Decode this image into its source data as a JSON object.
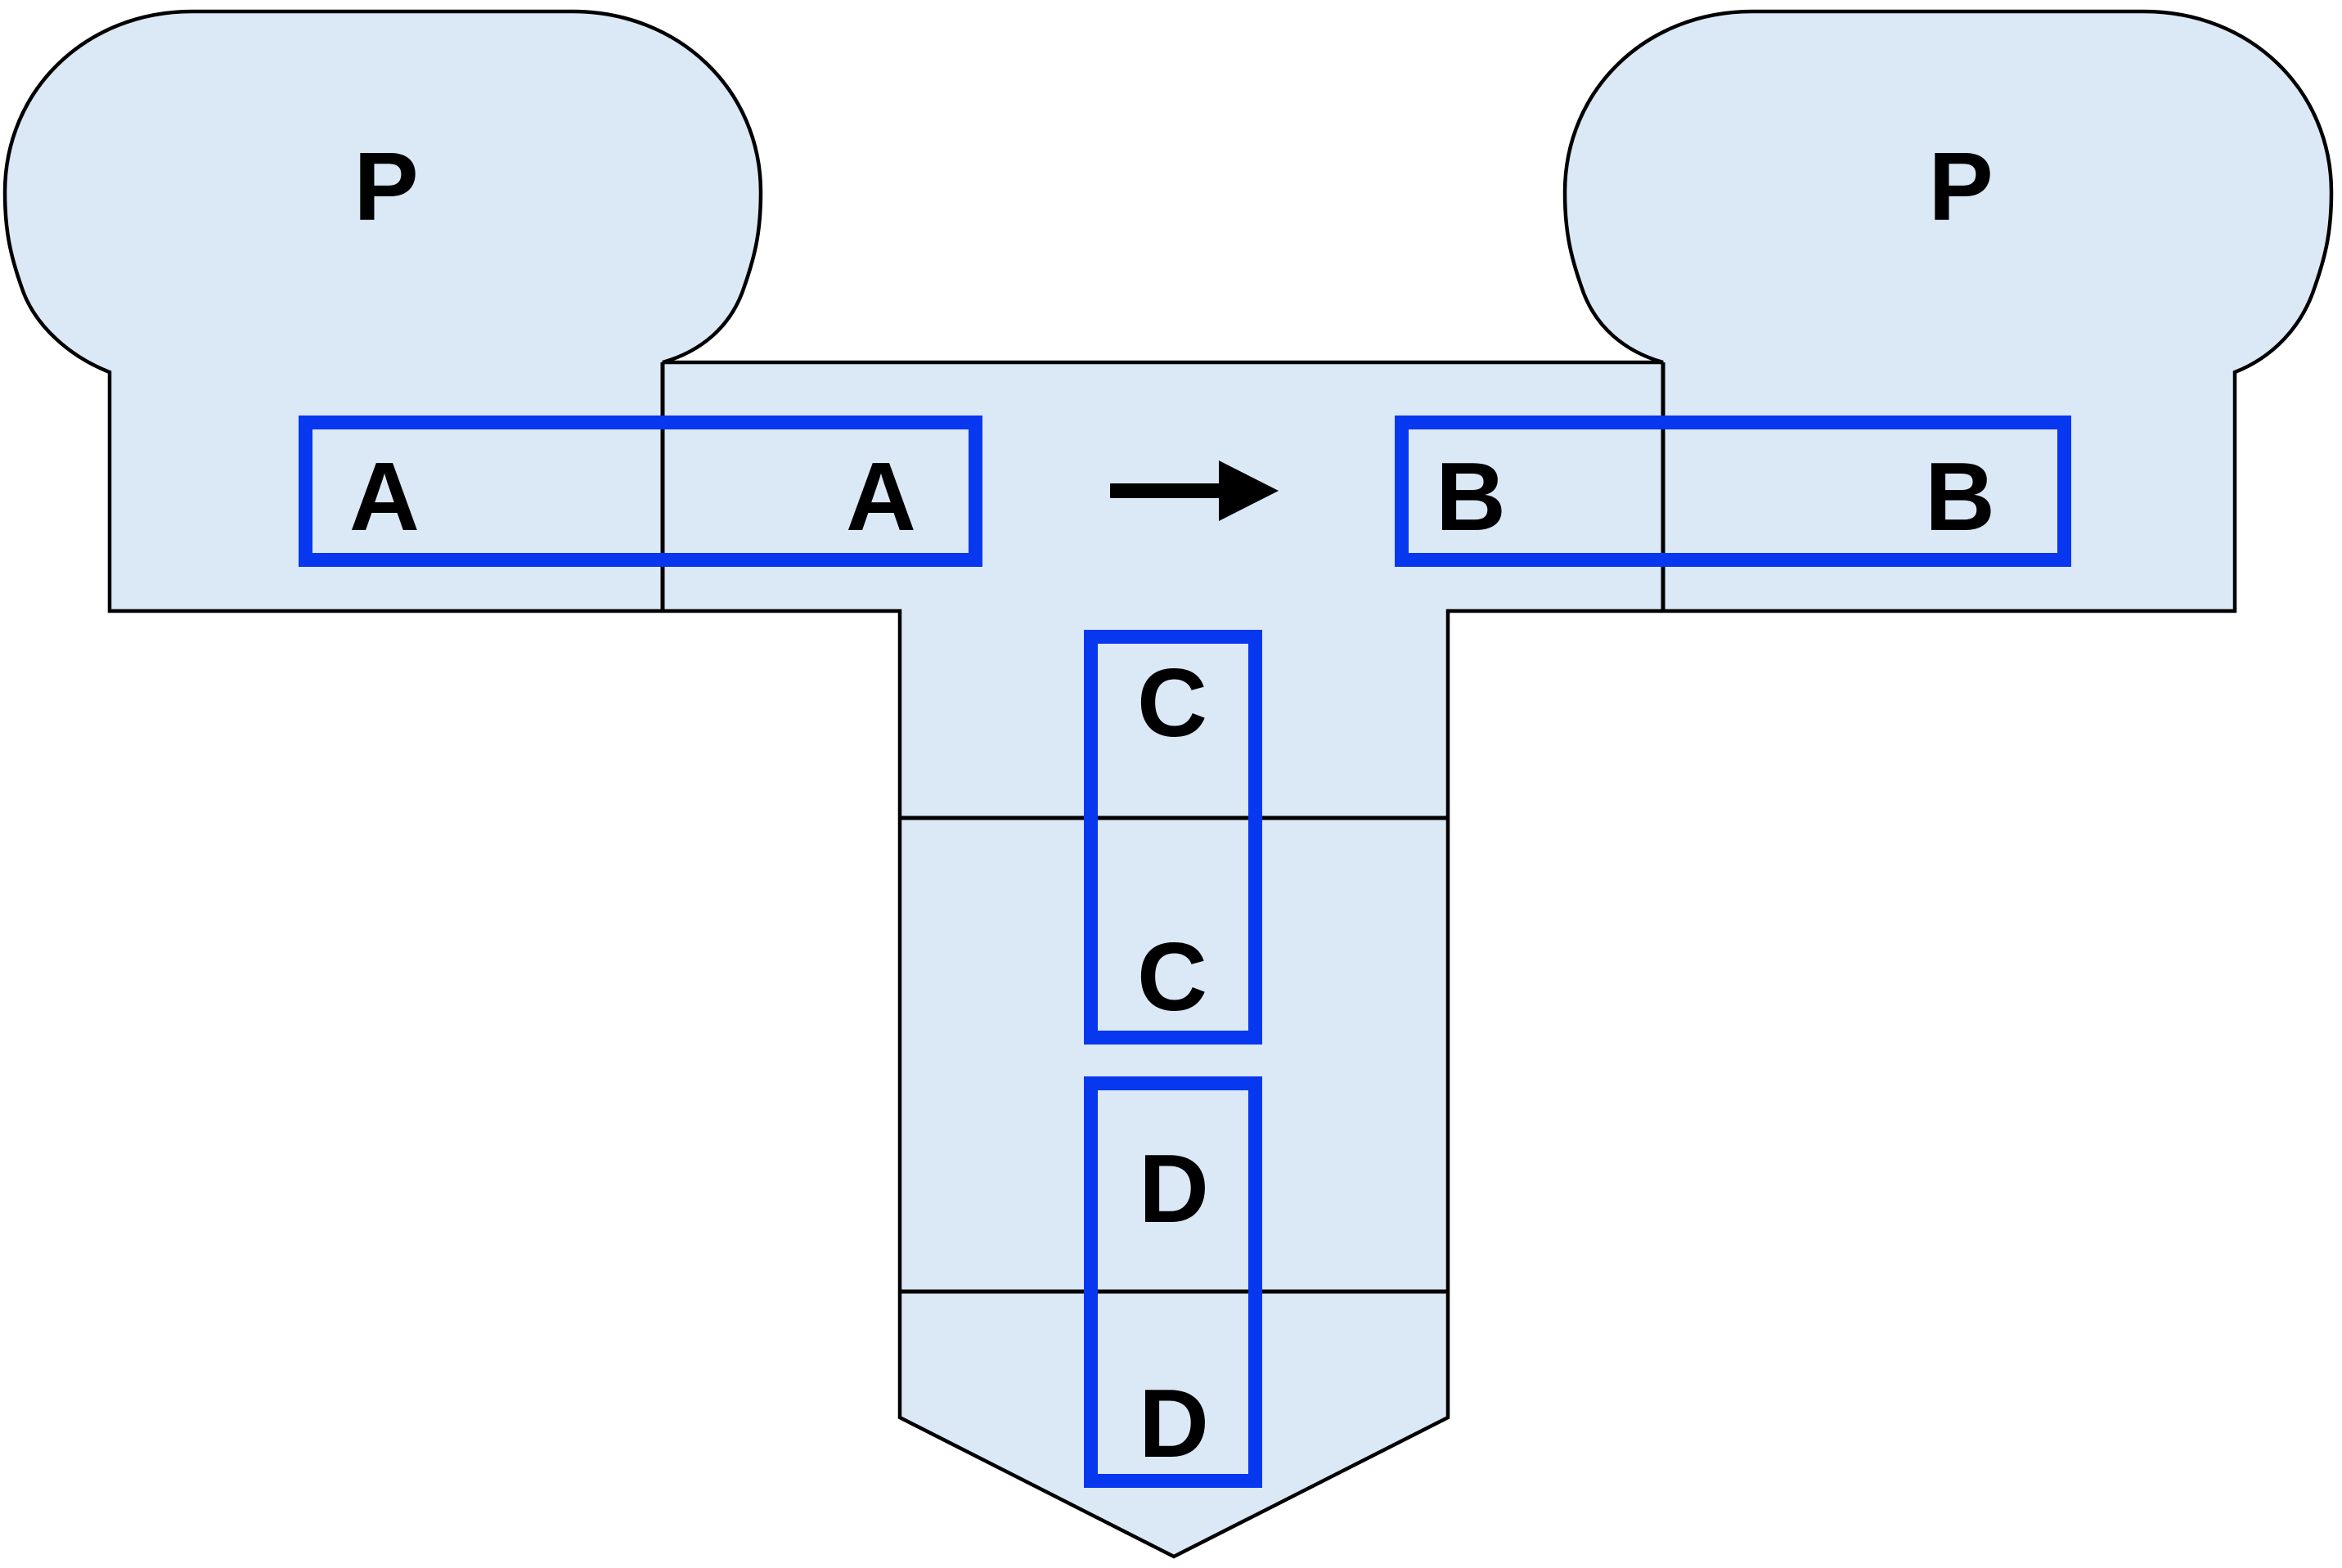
{
  "diagram": {
    "type": "construct-map",
    "labels": {
      "promoter_left": "P",
      "promoter_right": "P",
      "primer_a_left": "A",
      "primer_a_right": "A",
      "primer_b_left": "B",
      "primer_b_right": "B",
      "primer_c_top": "C",
      "primer_c_bottom": "C",
      "primer_d_top": "D",
      "primer_d_bottom": "D"
    },
    "icons": {
      "arrow": "right-arrow-icon"
    }
  },
  "colors": {
    "background": "#ffffff",
    "fill": "#dbe8f5",
    "outline": "#000000",
    "primer_box": "#0837f0",
    "text": "#000000"
  }
}
